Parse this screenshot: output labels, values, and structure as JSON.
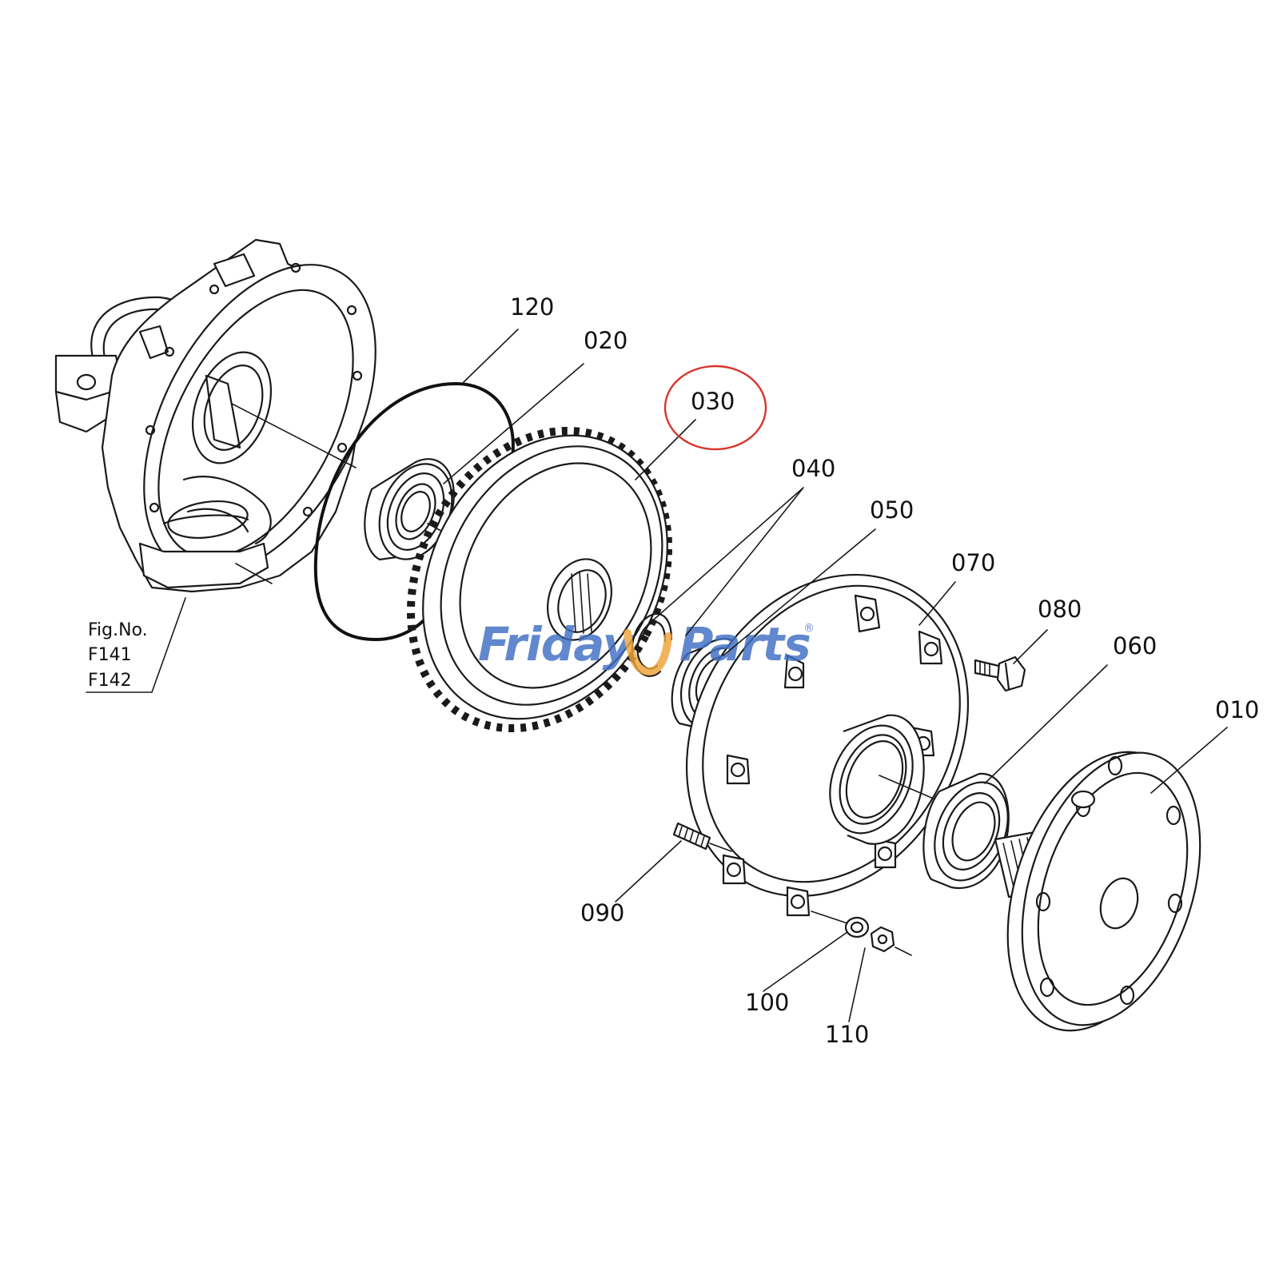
{
  "figure_ref": {
    "line1": "Fig.No.",
    "line2": "F141",
    "line3": "F142"
  },
  "callouts": {
    "p010": "010",
    "p020": "020",
    "p030": "030",
    "p040": "040",
    "p050": "050",
    "p060": "060",
    "p070": "070",
    "p080": "080",
    "p090": "090",
    "p100": "100",
    "p110": "110",
    "p120": "120"
  },
  "highlighted_part": "030",
  "watermark": {
    "text_left": "Friday",
    "text_right": "Parts",
    "registered_mark": "®",
    "color_main": "#3f6fc4",
    "color_accent": "#f0a33a"
  },
  "colors": {
    "line": "#1a1a1a",
    "highlight": "#d9342b",
    "background": "#ffffff"
  }
}
